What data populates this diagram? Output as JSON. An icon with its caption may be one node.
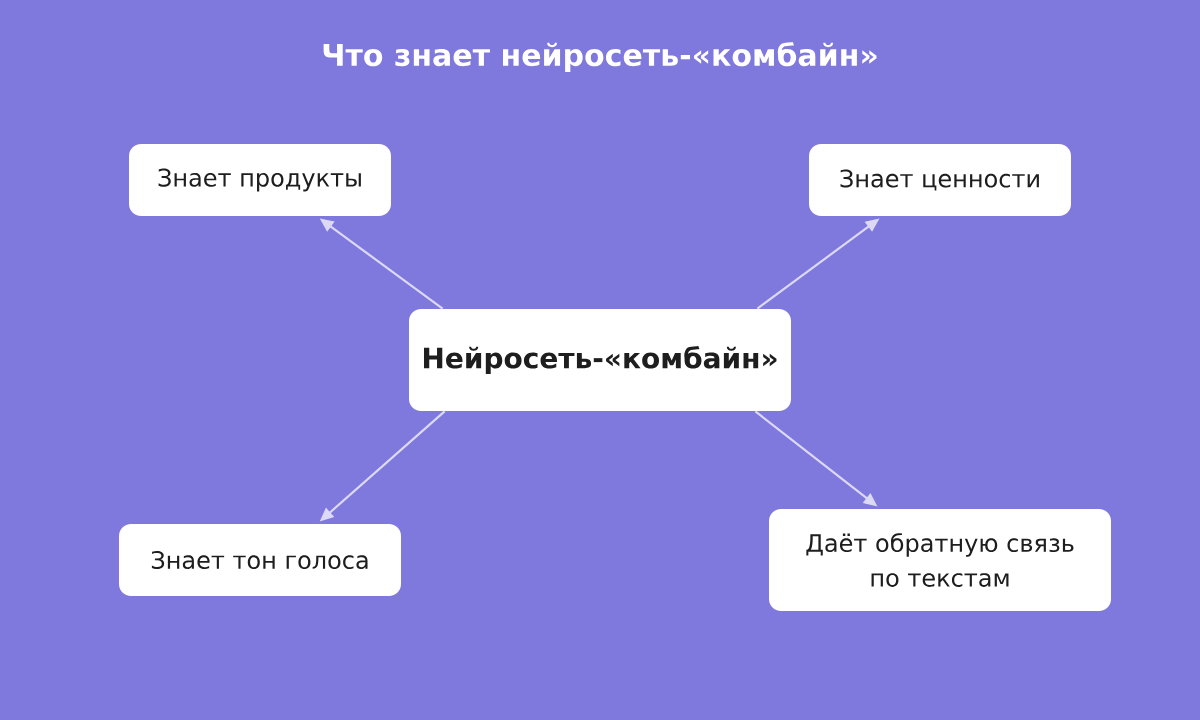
{
  "diagram": {
    "title": "Что знает нейросеть-«комбайн»",
    "nodes": [
      {
        "text": [
          "Нейросеть-«комбайн»"
        ]
      },
      {
        "text": [
          "Знает продукты"
        ]
      },
      {
        "text": [
          "Знает ценности"
        ]
      },
      {
        "text": [
          "Знает тон голоса"
        ]
      },
      {
        "text": [
          "Даёт обратную связь по текстам"
        ]
      }
    ],
    "edges": [
      {
        "from": 0,
        "to": 1,
        "arrow": "to"
      },
      {
        "from": 0,
        "to": 2,
        "arrow": "to"
      },
      {
        "from": 0,
        "to": 3,
        "arrow": "to"
      },
      {
        "from": 0,
        "to": 4,
        "arrow": "to"
      }
    ]
  }
}
